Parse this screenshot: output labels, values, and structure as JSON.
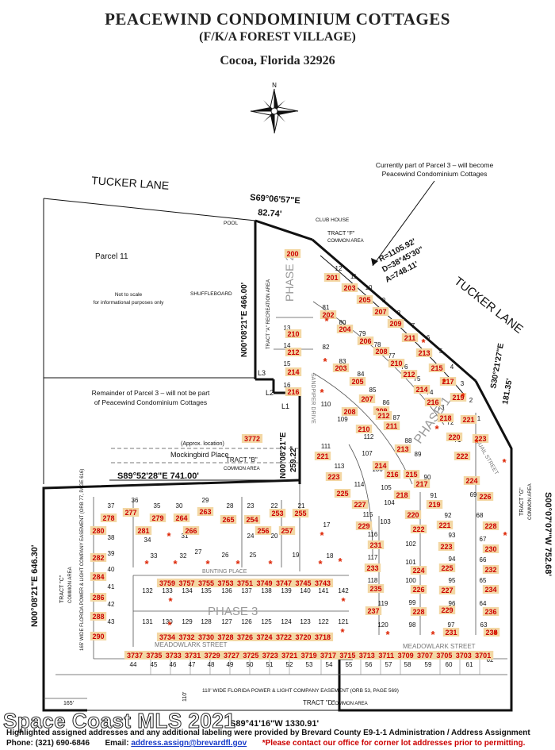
{
  "title": {
    "line1": "PEACEWIND CONDOMINIUM COTTAGES",
    "line2": "(F/K/A FOREST VILLAGE)",
    "line3": "Cocoa, Florida 32926"
  },
  "compass": {
    "north_label": "N",
    "icon": "compass-rose-icon"
  },
  "labels": {
    "tucker_lane_top": "TUCKER LANE",
    "tucker_lane_right": "TUCKER LANE",
    "parcel11": "Parcel 11",
    "not_to_scale": "Not to scale",
    "info_only": "for informational purposes only",
    "remainder_1": "Remainder of Parcel 3 – will not be part",
    "remainder_2": "of Peacewind Condominium Cottages",
    "current_1": "Currently part of Parcel 3 – will become",
    "current_2": "Peacewind Condominium Cottages",
    "pool": "POOL",
    "club_house": "CLUB HOUSE",
    "shuffleboard": "SHUFFLEBOARD",
    "tract_f": "TRACT \"F\"",
    "tract_f_sub": "COMMON AREA",
    "tract_a": "TRACT \"A\" RECREATION AREA",
    "phase2": "PHASE 2",
    "phase1": "PHASE 1",
    "phase3": "PHASE 3",
    "approx": "(Approx. location)",
    "mockingbird": "Mockingbird Place",
    "tract_b": "TRACT \"B\"",
    "tract_b_sub": "COMMON AREA",
    "bunting": "BUNTING PLACE",
    "meadowlark_left": "MEADOWLARK STREET",
    "meadowlark_right": "MEADOWLARK STREET",
    "sandpiper": "SANDPIPER DRIVE",
    "quail": "QUAIL STREET",
    "tract_c": "TRACT \"C\"",
    "tract_c_sub": "COMMON AREA",
    "tract_g": "TRACT \"G\"",
    "tract_g_sub": "COMMON AREA",
    "tract_d": "TRACT \"D\"",
    "tract_d_sub": "COMMON AREA",
    "easement_left": "165' WIDE FLORIDA POWER & LIGHT COMPANY EASEMENT (ORB 77, PAGE 616)",
    "easement_bottom": "110' WIDE FLORIDA POWER & LIGHT COMPANY EASEMENT (ORB 53, PAGE 569)",
    "dim_165": "165'",
    "dim_110": "110'",
    "l1": "L1",
    "l2": "L2",
    "l3": "L3"
  },
  "bearings": {
    "top": "S69°06'57\"E",
    "top_dist": "82.74'",
    "left_upper": "N00°08'21\"E  466.00'",
    "mid_left": "N00°08'21\"E",
    "mid_left_dist": "259.22'",
    "mid_horizontal": "S89°52'28\"E  741.00'",
    "far_left": "N00°08'21\"E  646.30'",
    "right": "S00°07'07\"W  752.68'",
    "right_top": "S30°21'27\"E",
    "right_top_dist": "181.35'",
    "curve_r": "R=1105.92'",
    "curve_d": "D=38°45'30\"",
    "curve_a": "A=748.11'",
    "bottom": "S89°41'16\"W  1330.91'"
  },
  "lots_black": [
    {
      "t": "12"
    },
    {
      "t": "11"
    },
    {
      "t": "10"
    },
    {
      "t": "9"
    },
    {
      "t": "8"
    },
    {
      "t": "7"
    },
    {
      "t": "6"
    },
    {
      "t": "5"
    },
    {
      "t": "4"
    },
    {
      "t": "3"
    },
    {
      "t": "2"
    },
    {
      "t": "1"
    },
    {
      "t": "81"
    },
    {
      "t": "80"
    },
    {
      "t": "79"
    },
    {
      "t": "78"
    },
    {
      "t": "77"
    },
    {
      "t": "76"
    },
    {
      "t": "75"
    },
    {
      "t": "74"
    },
    {
      "t": "73"
    },
    {
      "t": "72"
    },
    {
      "t": "71"
    },
    {
      "t": "70"
    },
    {
      "t": "69"
    },
    {
      "t": "13"
    },
    {
      "t": "14"
    },
    {
      "t": "15"
    },
    {
      "t": "16"
    },
    {
      "t": "82"
    },
    {
      "t": "83"
    },
    {
      "t": "84"
    },
    {
      "t": "85"
    },
    {
      "t": "86"
    },
    {
      "t": "87"
    },
    {
      "t": "88"
    },
    {
      "t": "89"
    },
    {
      "t": "90"
    },
    {
      "t": "91"
    },
    {
      "t": "110"
    },
    {
      "t": "109"
    },
    {
      "t": "111"
    },
    {
      "t": "112"
    },
    {
      "t": "107"
    },
    {
      "t": "113"
    },
    {
      "t": "106"
    },
    {
      "t": "114"
    },
    {
      "t": "105"
    },
    {
      "t": "104"
    },
    {
      "t": "115"
    },
    {
      "t": "103"
    },
    {
      "t": "116"
    },
    {
      "t": "102"
    },
    {
      "t": "117"
    },
    {
      "t": "101"
    },
    {
      "t": "118"
    },
    {
      "t": "100"
    },
    {
      "t": "119"
    },
    {
      "t": "99"
    },
    {
      "t": "120"
    },
    {
      "t": "98"
    },
    {
      "t": "97"
    },
    {
      "t": "92"
    },
    {
      "t": "93"
    },
    {
      "t": "94"
    },
    {
      "t": "95"
    },
    {
      "t": "96"
    },
    {
      "t": "68"
    },
    {
      "t": "67"
    },
    {
      "t": "66"
    },
    {
      "t": "65"
    },
    {
      "t": "64"
    },
    {
      "t": "63"
    },
    {
      "t": "37"
    },
    {
      "t": "36"
    },
    {
      "t": "35"
    },
    {
      "t": "30"
    },
    {
      "t": "29"
    },
    {
      "t": "28"
    },
    {
      "t": "23"
    },
    {
      "t": "22"
    },
    {
      "t": "21"
    },
    {
      "t": "38"
    },
    {
      "t": "39"
    },
    {
      "t": "40"
    },
    {
      "t": "41"
    },
    {
      "t": "42"
    },
    {
      "t": "43"
    },
    {
      "t": "34"
    },
    {
      "t": "31"
    },
    {
      "t": "27"
    },
    {
      "t": "24"
    },
    {
      "t": "20"
    },
    {
      "t": "33"
    },
    {
      "t": "32"
    },
    {
      "t": "26"
    },
    {
      "t": "25"
    },
    {
      "t": "19"
    },
    {
      "t": "18"
    },
    {
      "t": "17"
    },
    {
      "t": "132"
    },
    {
      "t": "133"
    },
    {
      "t": "134"
    },
    {
      "t": "135"
    },
    {
      "t": "136"
    },
    {
      "t": "137"
    },
    {
      "t": "138"
    },
    {
      "t": "139"
    },
    {
      "t": "140"
    },
    {
      "t": "141"
    },
    {
      "t": "142"
    },
    {
      "t": "131"
    },
    {
      "t": "130"
    },
    {
      "t": "129"
    },
    {
      "t": "128"
    },
    {
      "t": "127"
    },
    {
      "t": "126"
    },
    {
      "t": "125"
    },
    {
      "t": "124"
    },
    {
      "t": "123"
    },
    {
      "t": "122"
    },
    {
      "t": "121"
    },
    {
      "t": "44"
    },
    {
      "t": "45"
    },
    {
      "t": "46"
    },
    {
      "t": "47"
    },
    {
      "t": "48"
    },
    {
      "t": "49"
    },
    {
      "t": "50"
    },
    {
      "t": "51"
    },
    {
      "t": "52"
    },
    {
      "t": "53"
    },
    {
      "t": "54"
    },
    {
      "t": "55"
    },
    {
      "t": "56"
    },
    {
      "t": "57"
    },
    {
      "t": "58"
    },
    {
      "t": "59"
    },
    {
      "t": "60"
    },
    {
      "t": "61"
    },
    {
      "t": "62"
    }
  ],
  "addr_row1": [
    "3759",
    "3757",
    "3755",
    "3753",
    "3751",
    "3749",
    "3747",
    "3745",
    "3743"
  ],
  "addr_row2": [
    "3734",
    "3732",
    "3730",
    "3728",
    "3726",
    "3724",
    "3722",
    "3720",
    "3718"
  ],
  "addr_row3": [
    "3737",
    "3735",
    "3733",
    "3731",
    "3729",
    "3727",
    "3725",
    "3723",
    "3721",
    "3719",
    "3717",
    "3715",
    "3713",
    "3711",
    "3709",
    "3707",
    "3705",
    "3703",
    "3701"
  ],
  "addr_misc": [
    "200",
    "201",
    "203",
    "205",
    "207",
    "209",
    "211",
    "213",
    "215",
    "217",
    "219",
    "221",
    "223",
    "202",
    "204",
    "206",
    "208",
    "210",
    "212",
    "214",
    "216",
    "218",
    "220",
    "222",
    "224",
    "226",
    "210",
    "212",
    "214",
    "216",
    "203",
    "205",
    "207",
    "209",
    "211",
    "213",
    "215",
    "217",
    "219",
    "221",
    "223",
    "225",
    "227",
    "229",
    "231",
    "233",
    "235",
    "237",
    "208",
    "210",
    "212",
    "214",
    "216",
    "218",
    "220",
    "222",
    "224",
    "226",
    "228",
    "221",
    "223",
    "225",
    "227",
    "229",
    "231",
    "228",
    "230",
    "232",
    "234",
    "236",
    "238",
    "278",
    "277",
    "279",
    "264",
    "263",
    "265",
    "254",
    "253",
    "255",
    "280",
    "281",
    "266",
    "256",
    "257",
    "282",
    "284",
    "286",
    "288",
    "290",
    "3772"
  ],
  "stars_count": 26,
  "footer": {
    "line1": "Highlighted assigned addresses and any additional labeling were provided by Brevard County E9-1-1 Administration / Address Assignment",
    "phone_label": "Phone:",
    "phone": "(321) 690-6846",
    "email_label": "Email:",
    "email": "address.assign@brevardfl.gov",
    "note": "*Please contact our office for corner lot addresses prior to permitting."
  },
  "watermark": "Space Coast MLS 2021",
  "colors": {
    "address": "#cc0000",
    "address_bg": "#f3d7a4",
    "star": "#dd2200",
    "line": "#111111"
  }
}
